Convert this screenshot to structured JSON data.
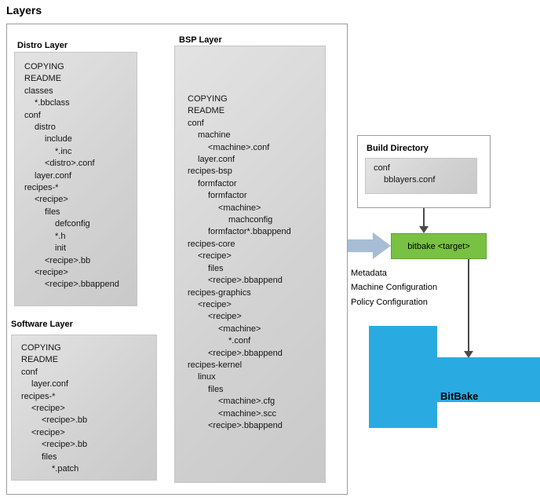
{
  "title": "Layers",
  "distro_layer": {
    "label": "Distro Layer",
    "tree": [
      {
        "indent": 0,
        "text": "COPYING"
      },
      {
        "indent": 0,
        "text": "README"
      },
      {
        "indent": 0,
        "text": "classes"
      },
      {
        "indent": 1,
        "text": "*.bbclass"
      },
      {
        "indent": 0,
        "text": "conf"
      },
      {
        "indent": 1,
        "text": "distro"
      },
      {
        "indent": 2,
        "text": "include"
      },
      {
        "indent": 3,
        "text": "*.inc"
      },
      {
        "indent": 2,
        "text": "<distro>.conf"
      },
      {
        "indent": 1,
        "text": "layer.conf"
      },
      {
        "indent": 0,
        "text": "recipes-*"
      },
      {
        "indent": 1,
        "text": "<recipe>"
      },
      {
        "indent": 2,
        "text": "files"
      },
      {
        "indent": 3,
        "text": "defconfig"
      },
      {
        "indent": 3,
        "text": "*.h"
      },
      {
        "indent": 3,
        "text": "init"
      },
      {
        "indent": 2,
        "text": "<recipe>.bb"
      },
      {
        "indent": 1,
        "text": "<recipe>"
      },
      {
        "indent": 2,
        "text": "<recipe>.bbappend"
      }
    ]
  },
  "bsp_layer": {
    "label": "BSP Layer",
    "tree": [
      {
        "indent": 0,
        "text": "COPYING"
      },
      {
        "indent": 0,
        "text": "README"
      },
      {
        "indent": 0,
        "text": "conf"
      },
      {
        "indent": 1,
        "text": "machine"
      },
      {
        "indent": 2,
        "text": "<machine>.conf"
      },
      {
        "indent": 1,
        "text": "layer.conf"
      },
      {
        "indent": 0,
        "text": "recipes-bsp"
      },
      {
        "indent": 1,
        "text": "formfactor"
      },
      {
        "indent": 2,
        "text": "formfactor"
      },
      {
        "indent": 3,
        "text": "<machine>"
      },
      {
        "indent": 4,
        "text": "machconfig"
      },
      {
        "indent": 2,
        "text": "formfactor*.bbappend"
      },
      {
        "indent": 0,
        "text": "recipes-core"
      },
      {
        "indent": 1,
        "text": "<recipe>"
      },
      {
        "indent": 2,
        "text": "files"
      },
      {
        "indent": 2,
        "text": "<recipe>.bbappend"
      },
      {
        "indent": 0,
        "text": "recipes-graphics"
      },
      {
        "indent": 1,
        "text": "<recipe>"
      },
      {
        "indent": 2,
        "text": "<recipe>"
      },
      {
        "indent": 3,
        "text": "<machine>"
      },
      {
        "indent": 4,
        "text": "*.conf"
      },
      {
        "indent": 2,
        "text": "<recipe>.bbappend"
      },
      {
        "indent": 0,
        "text": "recipes-kernel"
      },
      {
        "indent": 1,
        "text": "linux"
      },
      {
        "indent": 2,
        "text": "files"
      },
      {
        "indent": 3,
        "text": "<machine>.cfg"
      },
      {
        "indent": 3,
        "text": "<machine>.scc"
      },
      {
        "indent": 2,
        "text": "<recipe>.bbappend"
      }
    ]
  },
  "software_layer": {
    "label": "Software Layer",
    "tree": [
      {
        "indent": 0,
        "text": "COPYING"
      },
      {
        "indent": 0,
        "text": "README"
      },
      {
        "indent": 0,
        "text": "conf"
      },
      {
        "indent": 1,
        "text": "layer.conf"
      },
      {
        "indent": 0,
        "text": "recipes-*"
      },
      {
        "indent": 1,
        "text": "<recipe>"
      },
      {
        "indent": 2,
        "text": "<recipe>.bb"
      },
      {
        "indent": 1,
        "text": "<recipe>"
      },
      {
        "indent": 2,
        "text": "<recipe>.bb"
      },
      {
        "indent": 2,
        "text": "files"
      },
      {
        "indent": 3,
        "text": "*.patch"
      }
    ]
  },
  "build_directory": {
    "label": "Build Directory",
    "tree": [
      {
        "indent": 0,
        "text": "conf"
      },
      {
        "indent": 1,
        "text": "bblayers.conf"
      }
    ]
  },
  "bitbake_target": {
    "label": "bitbake <target>"
  },
  "input_annotation": {
    "lines": [
      "Metadata",
      "Machine Configuration",
      "Policy Configuration"
    ]
  },
  "bitbake": {
    "label": "BitBake"
  },
  "colors": {
    "green": "#79c143",
    "green-border": "#5fa032",
    "blue": "#29abe2",
    "steel": "#a7bdd5",
    "arrow": "#4a4a4a"
  }
}
